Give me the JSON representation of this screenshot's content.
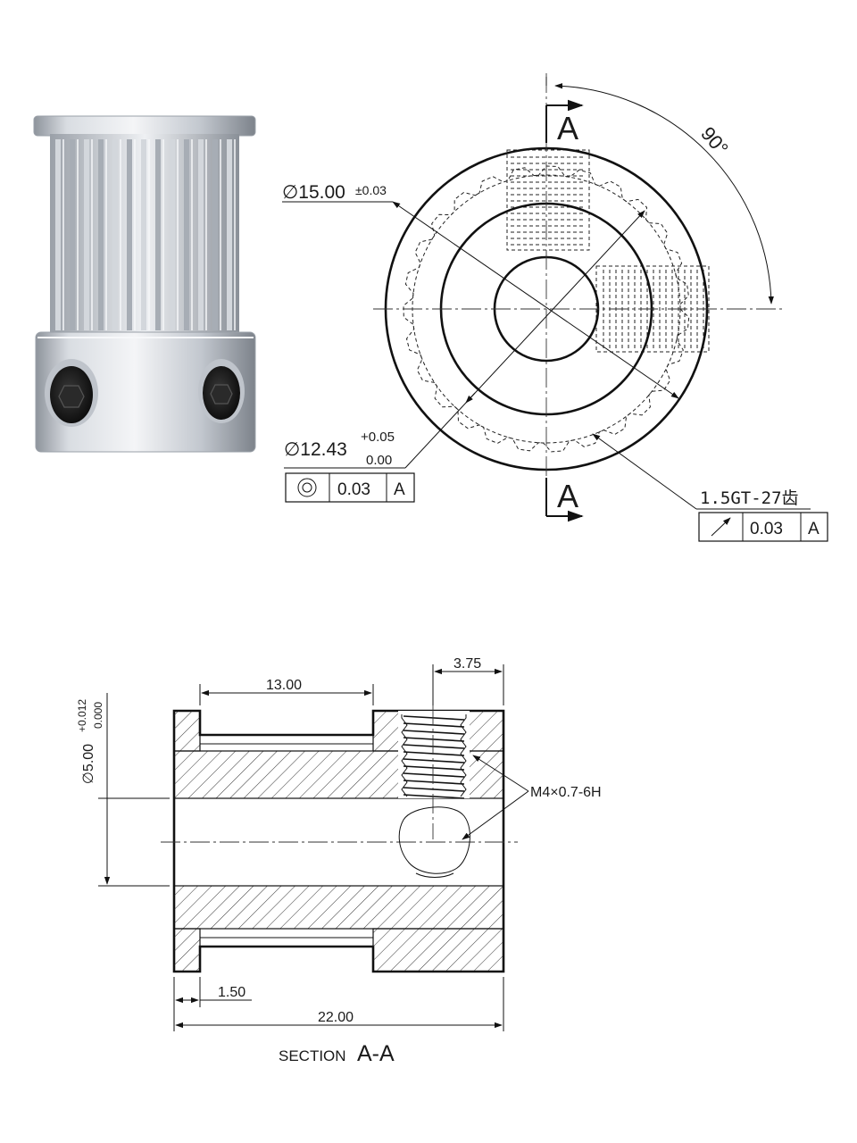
{
  "section_mark": "A",
  "angle_label": "90°",
  "outer_diameter": {
    "value": "∅15.00",
    "tol": "±0.03"
  },
  "bore_diameter": {
    "value": "∅12.43",
    "tol_upper": "+0.05",
    "tol_lower": "0.00"
  },
  "concentricity_fcf": {
    "tolerance": "0.03",
    "datum": "A"
  },
  "tooth_spec": "1.5GT-27齿",
  "runout_fcf": {
    "tolerance": "0.03",
    "datum": "A"
  },
  "shaft_diameter": {
    "value": "∅5.00",
    "tol_upper": "+0.012",
    "tol_lower": "0.000"
  },
  "dim_13": "13.00",
  "dim_375": "3.75",
  "thread_label": "M4×0.7-6H",
  "dim_150": "1.50",
  "dim_2200": "22.00",
  "section_title": {
    "prefix": "SECTION",
    "name": "A-A"
  },
  "colors": {
    "line": "#111111",
    "metal": "#c8ccd2",
    "background": "#ffffff"
  }
}
